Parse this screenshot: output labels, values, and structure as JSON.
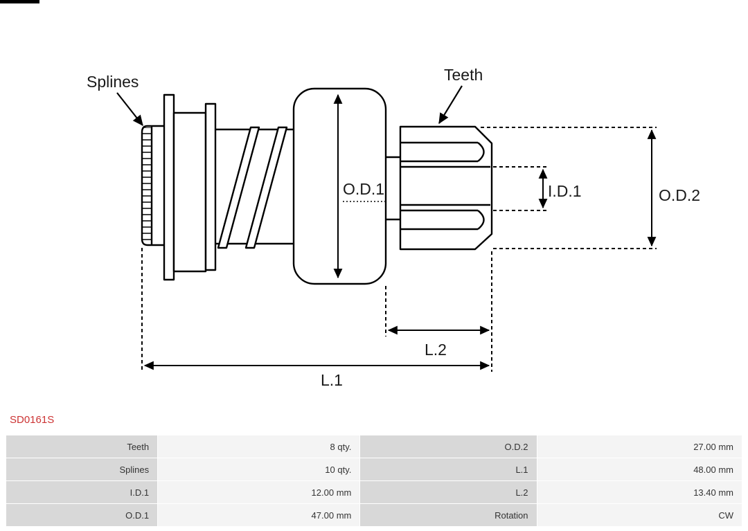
{
  "part": {
    "code": "SD0161S"
  },
  "colors": {
    "part_code": "#cc3333",
    "table_label_bg": "#d8d8d8",
    "table_value_bg": "#f4f4f4",
    "table_text": "#333333",
    "line": "#000000"
  },
  "diagram": {
    "labels": {
      "splines": "Splines",
      "teeth": "Teeth",
      "od1": "O.D.1",
      "id1": "I.D.1",
      "od2": "O.D.2",
      "l2": "L.2",
      "l1": "L.1"
    }
  },
  "specs": {
    "rows": [
      {
        "label_left": "Teeth",
        "value_left": "8 qty.",
        "label_right": "O.D.2",
        "value_right": "27.00 mm"
      },
      {
        "label_left": "Splines",
        "value_left": "10 qty.",
        "label_right": "L.1",
        "value_right": "48.00 mm"
      },
      {
        "label_left": "I.D.1",
        "value_left": "12.00 mm",
        "label_right": "L.2",
        "value_right": "13.40 mm"
      },
      {
        "label_left": "O.D.1",
        "value_left": "47.00 mm",
        "label_right": "Rotation",
        "value_right": "CW"
      }
    ]
  }
}
